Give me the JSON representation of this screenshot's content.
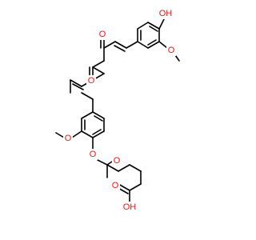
{
  "molecule": {
    "colors": {
      "bond": "#000000",
      "oxygen": "#ff0d0d",
      "carbon": "#000000",
      "background": "#ffffff"
    },
    "labels": {
      "hydroxyl_top": "OH",
      "methoxy_o_top": "O",
      "ketone_o_upper": "O",
      "ketone_o_lower": "O",
      "methoxy_o_lower": "O",
      "ester_o_link": "O",
      "ester_o_carbonyl": "O",
      "acid_o_carbonyl": "O",
      "acid_oh": "OH"
    }
  }
}
